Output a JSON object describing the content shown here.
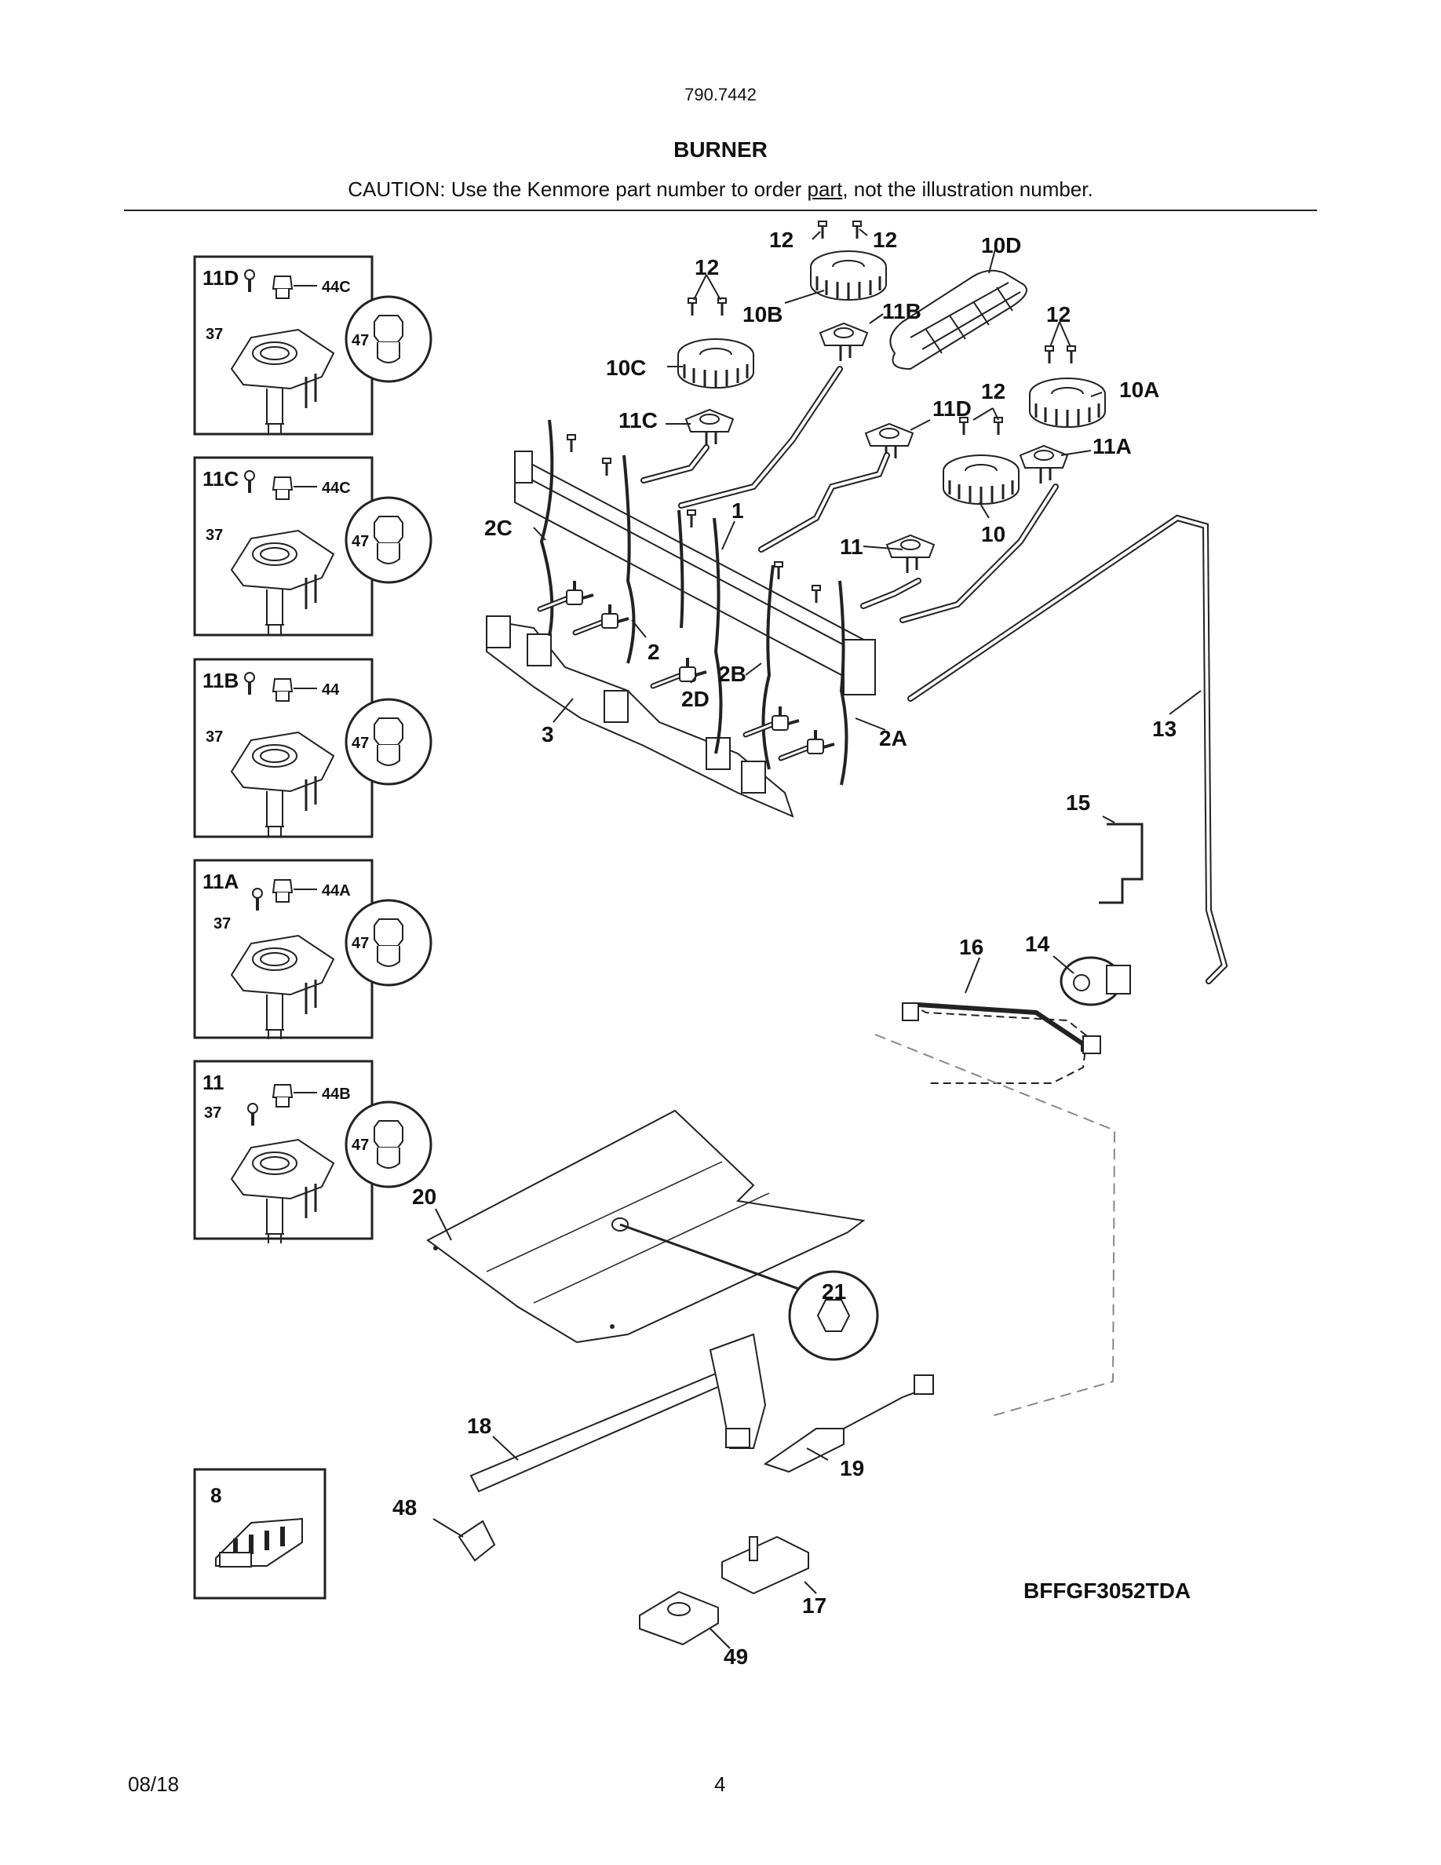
{
  "header": {
    "model_number": "790.7442",
    "section_title": "BURNER",
    "caution_prefix": "CAUTION: Use the Kenmore part number to order ",
    "caution_underlined": "part",
    "caution_suffix": ", not the illustration number."
  },
  "insets": [
    {
      "title": "11D",
      "screw": "37",
      "cap": "44C",
      "orifice": "47"
    },
    {
      "title": "11C",
      "screw": "37",
      "cap": "44C",
      "orifice": "47"
    },
    {
      "title": "11B",
      "screw": "37",
      "cap": "44",
      "orifice": "47"
    },
    {
      "title": "11A",
      "screw": "37",
      "cap": "44A",
      "orifice": "47"
    },
    {
      "title": "11",
      "screw": "37",
      "cap": "44B",
      "orifice": "47"
    }
  ],
  "inset_8": {
    "title": "8"
  },
  "callouts": {
    "c12a": "12",
    "c12b": "12",
    "c12c": "12",
    "c12d": "12",
    "c12e": "12",
    "c10d": "10D",
    "c10b": "10B",
    "c11b": "11B",
    "c10c": "10C",
    "c10a": "10A",
    "c11d": "11D",
    "c11c": "11C",
    "c11a": "11A",
    "c1": "1",
    "c11": "11",
    "c10": "10",
    "c2c": "2C",
    "c2": "2",
    "c2b": "2B",
    "c2d": "2D",
    "c3": "3",
    "c2a": "2A",
    "c13": "13",
    "c15": "15",
    "c14": "14",
    "c16": "16",
    "c20": "20",
    "c21": "21",
    "c18": "18",
    "c19": "19",
    "c48": "48",
    "c17": "17",
    "c49": "49"
  },
  "model_code": "BFFGF3052TDA",
  "footer": {
    "date": "08/18",
    "page": "4"
  }
}
